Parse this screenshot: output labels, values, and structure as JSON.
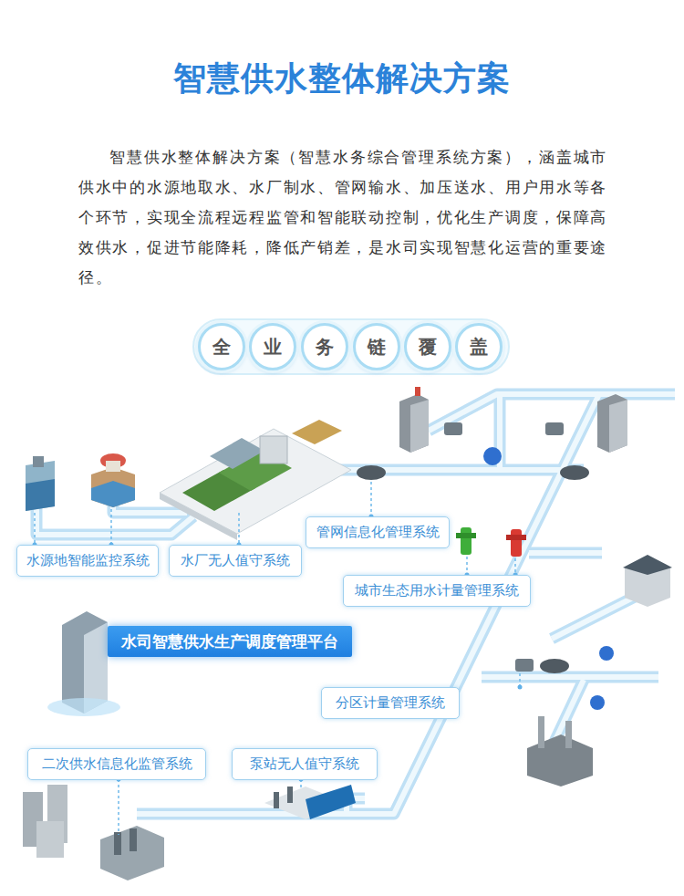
{
  "diagram": {
    "title": "智慧供水整体解决方案",
    "nodes": [
      {
        "text": [
          "全"
        ]
      },
      {
        "text": [
          "业"
        ]
      },
      {
        "text": [
          "务"
        ]
      },
      {
        "text": [
          "链"
        ]
      },
      {
        "text": [
          "覆"
        ]
      },
      {
        "text": [
          "盖"
        ]
      },
      {
        "text": [
          "水源地智能监控系统"
        ]
      },
      {
        "text": [
          "水厂无人值守系统"
        ]
      },
      {
        "text": [
          "管网信息化管理系统"
        ]
      },
      {
        "text": [
          "城市生态用水计量管理系统"
        ]
      },
      {
        "text": [
          "水司智慧供水生产调度管理平台"
        ]
      },
      {
        "text": [
          "分区计量管理系统"
        ]
      },
      {
        "text": [
          "二次供水信息化监管系统"
        ]
      },
      {
        "text": [
          "泵站无人值守系统"
        ]
      }
    ],
    "labels": [
      "智慧供水整体解决方案（智慧水务综合管理系统方案），涵盖城市供水中的水源地取水、水厂制水、管网输水、加压送水、用户用水等各个环节，实现全流程远程监管和智能联动控制，优化生产调度，保障高效供水，促进节能降耗，降低产销差，是水司实现智慧化运营的重要途径。"
    ]
  }
}
